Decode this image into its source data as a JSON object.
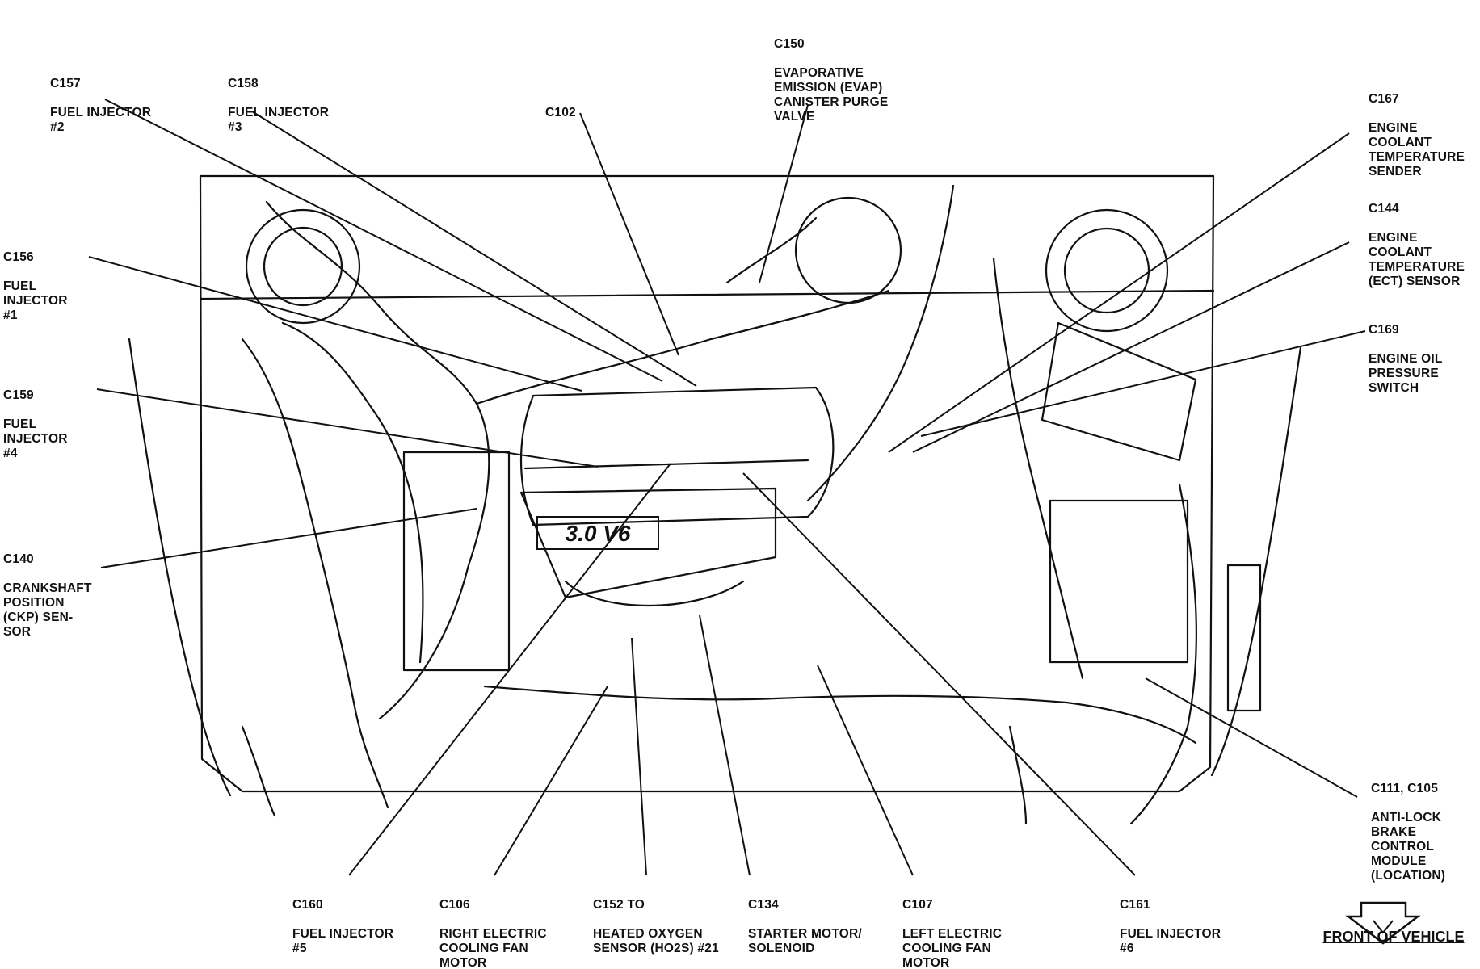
{
  "callouts": [
    {
      "id": "c157",
      "code": "C157",
      "text": "FUEL INJECTOR\n#2"
    },
    {
      "id": "c158",
      "code": "C158",
      "text": "FUEL INJECTOR\n#3"
    },
    {
      "id": "c102",
      "code": "C102",
      "text": ""
    },
    {
      "id": "c150",
      "code": "C150",
      "text": "EVAPORATIVE\nEMISSION (EVAP)\nCANISTER PURGE\nVALVE"
    },
    {
      "id": "c167",
      "code": "C167",
      "text": "ENGINE\nCOOLANT\nTEMPERATURE\nSENDER"
    },
    {
      "id": "c144",
      "code": "C144",
      "text": "ENGINE\nCOOLANT\nTEMPERATURE\n(ECT) SENSOR"
    },
    {
      "id": "c169",
      "code": "C169",
      "text": "ENGINE OIL\nPRESSURE\nSWITCH"
    },
    {
      "id": "c156",
      "code": "C156",
      "text": "FUEL\nINJECTOR\n#1"
    },
    {
      "id": "c159",
      "code": "C159",
      "text": "FUEL\nINJECTOR\n#4"
    },
    {
      "id": "c140",
      "code": "C140",
      "text": "CRANKSHAFT\nPOSITION\n(CKP) SEN-\nSOR"
    },
    {
      "id": "c111",
      "code": "C111, C105",
      "text": "ANTI-LOCK\nBRAKE\nCONTROL\nMODULE\n(LOCATION)"
    },
    {
      "id": "c160",
      "code": "C160",
      "text": "FUEL INJECTOR\n#5"
    },
    {
      "id": "c106",
      "code": "C106",
      "text": "RIGHT ELECTRIC\nCOOLING FAN\nMOTOR"
    },
    {
      "id": "c152",
      "code": "C152 TO",
      "text": "HEATED OXYGEN\nSENSOR (HO2S) #21"
    },
    {
      "id": "c134",
      "code": "C134",
      "text": "STARTER MOTOR/\nSOLENOID"
    },
    {
      "id": "c107",
      "code": "C107",
      "text": "LEFT ELECTRIC\nCOOLING FAN\nMOTOR"
    },
    {
      "id": "c161",
      "code": "C161",
      "text": "FUEL INJECTOR\n#6"
    }
  ],
  "engine_badge": "3.0 V6",
  "front_label": "FRONT OF VEHICLE"
}
